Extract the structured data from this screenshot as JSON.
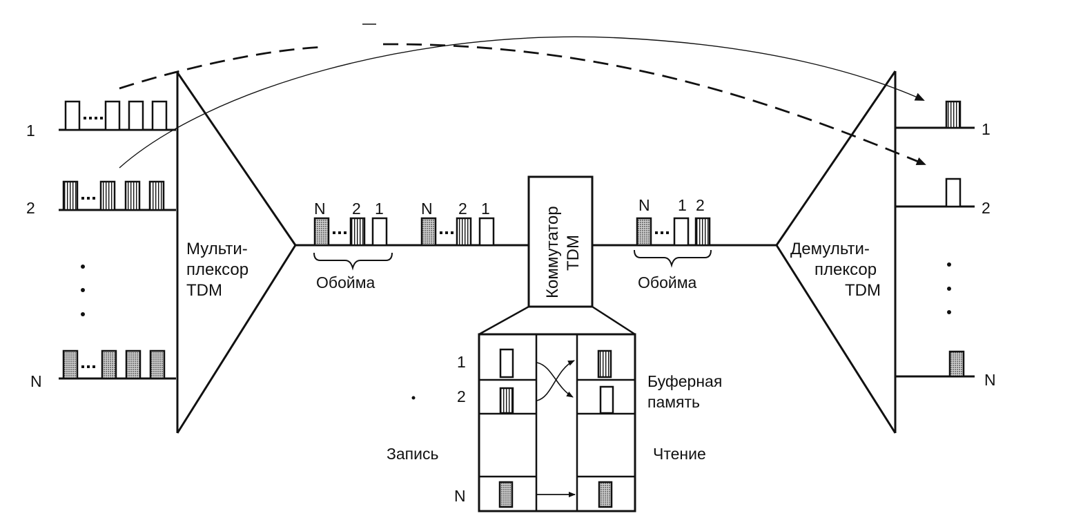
{
  "colors": {
    "ink": "#111111",
    "hatch": "#555555",
    "dots": "#b9b9b9"
  },
  "inputs": {
    "labels": [
      "1",
      "2",
      "N"
    ],
    "ellipsis_dots": "…"
  },
  "outputs": {
    "labels": [
      "1",
      "2",
      "N"
    ]
  },
  "multiplexer": {
    "line1": "Мульти-",
    "line2": "плексор",
    "line3": "TDM"
  },
  "demultiplexer": {
    "line1": "Демульти-",
    "line2": "плексор",
    "line3": "TDM"
  },
  "frame_left_1": {
    "n": "N",
    "second": "2",
    "first": "1"
  },
  "frame_left_2": {
    "n": "N",
    "second": "2",
    "first": "1"
  },
  "frame_right": {
    "n": "N",
    "second": "1",
    "third": "2"
  },
  "frame_label_left": "Обойма",
  "frame_label_right": "Обойма",
  "switch": {
    "line1": "Коммутатор",
    "line2": "TDM"
  },
  "buffer": {
    "row_labels": [
      "1",
      "2",
      "N"
    ],
    "label_line1": "Буферная",
    "label_line2": "память",
    "write_label": "Запись",
    "read_label": "Чтение"
  }
}
